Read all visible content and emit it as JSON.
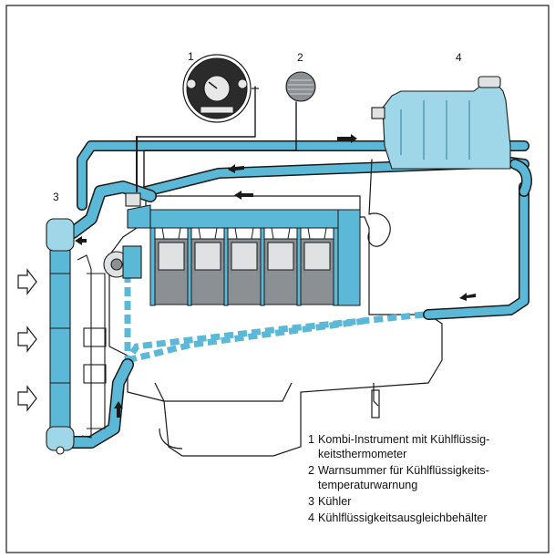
{
  "diagram": {
    "callouts": [
      "1",
      "2",
      "3",
      "4"
    ],
    "legend": [
      {
        "num": "1",
        "text": "Kombi-Instrument mit Kühlflüssig­keitsthermometer"
      },
      {
        "num": "2",
        "text": "Warnsummer für Kühlflüssigkeits­temperaturwarnung"
      },
      {
        "num": "3",
        "text": "Kühler"
      },
      {
        "num": "4",
        "text": "Kühlflüssigkeitsausgleichbehälter"
      }
    ],
    "colors": {
      "coolant": "#5bb8d6",
      "coolant_light": "#9fd6e8",
      "coolant_dark": "#2d7f9c",
      "outline": "#1a1a1a",
      "steel": "#7f8488",
      "frame": "#1a1a1a"
    }
  }
}
